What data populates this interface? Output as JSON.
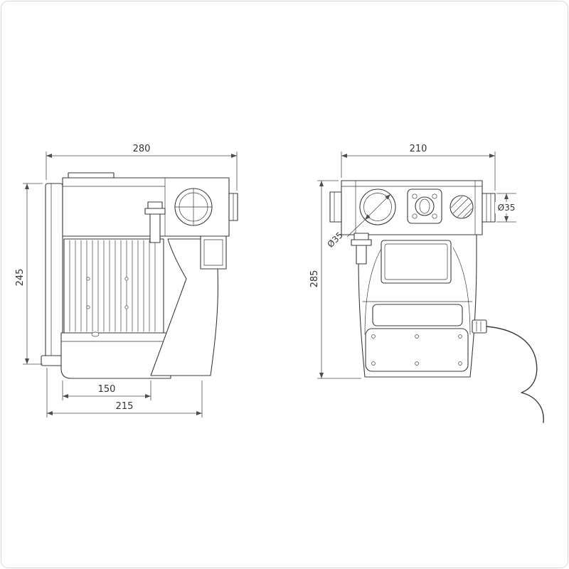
{
  "drawing": {
    "side_view": {
      "overall_width": "280",
      "overall_height": "245",
      "base_width": "150",
      "overall_depth": "215"
    },
    "front_view": {
      "overall_width": "210",
      "overall_height": "285",
      "inlet_diameter": "Ø35",
      "outlet_diameter": "Ø35"
    }
  }
}
